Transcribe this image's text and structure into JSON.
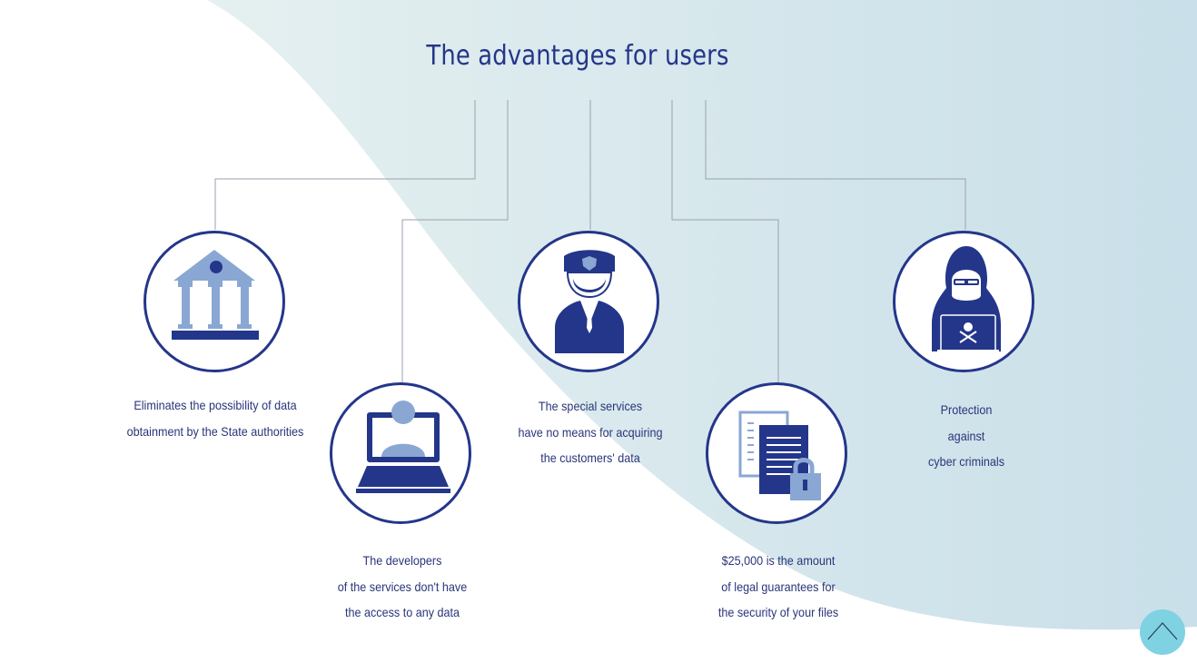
{
  "title": "The advantages for users",
  "colors": {
    "accent": "#24368a",
    "icon_light": "#8aa7d4",
    "background_wave": "#d3e5ec",
    "scroll_button": "#7fd2e2"
  },
  "items": [
    {
      "icon": "government-building-icon",
      "lines": [
        "Eliminates the possibility of data",
        "obtainment by the State authorities"
      ]
    },
    {
      "icon": "developer-laptop-icon",
      "lines": [
        "The developers",
        "of the services don't have",
        "the access to any data"
      ]
    },
    {
      "icon": "police-officer-icon",
      "lines": [
        "The special services",
        "have no means for acquiring",
        "the customers' data"
      ]
    },
    {
      "icon": "locked-documents-icon",
      "lines": [
        "$25,000 is the amount",
        "of legal guarantees for",
        "the security of your files"
      ]
    },
    {
      "icon": "hacker-icon",
      "lines": [
        "Protection",
        "against",
        "cyber criminals"
      ]
    }
  ],
  "scroll_top": {
    "icon": "chevron-up-icon"
  }
}
